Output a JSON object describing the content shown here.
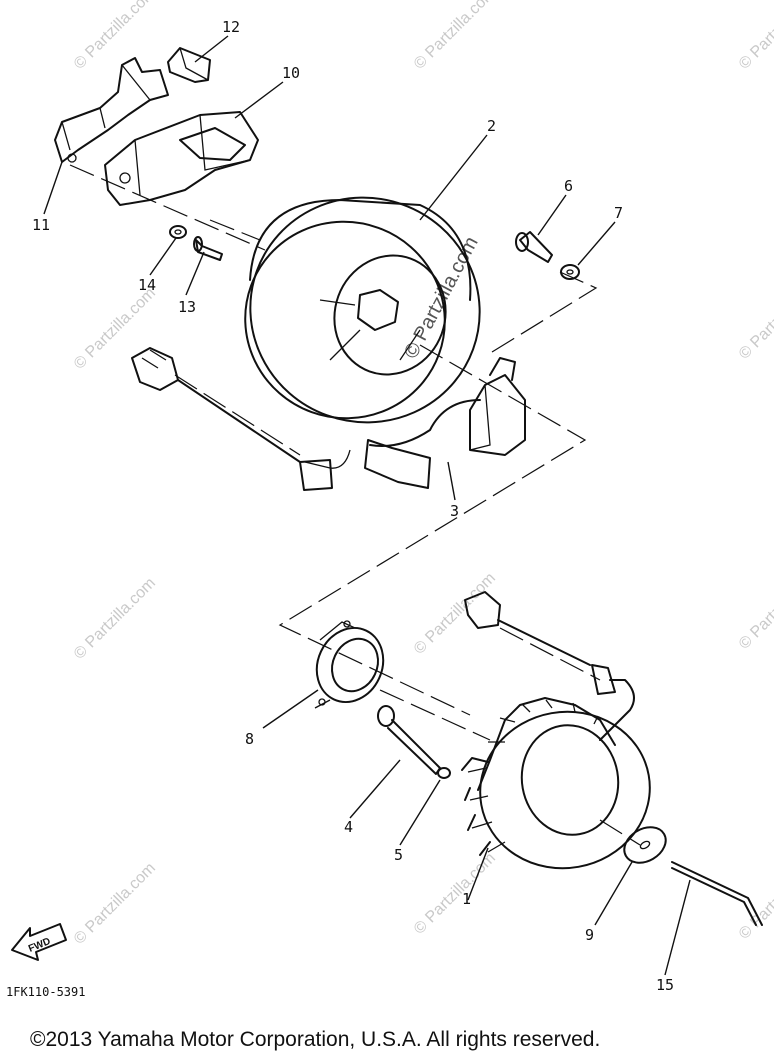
{
  "watermark": "© Partzilla.com",
  "watermark_center": "© Partzilla.com",
  "diagram_code": "1FK110-5391",
  "fwd_label": "FWD",
  "copyright": "©2013  Yamaha Motor Corporation, U.S.A. All rights reserved.",
  "callouts": {
    "p1": "1",
    "p2": "2",
    "p3": "3",
    "p4": "4",
    "p5": "5",
    "p6": "6",
    "p7": "7",
    "p8": "8",
    "p9": "9",
    "p10": "10",
    "p11": "11",
    "p12": "12",
    "p13": "13",
    "p14": "14",
    "p15": "15"
  }
}
